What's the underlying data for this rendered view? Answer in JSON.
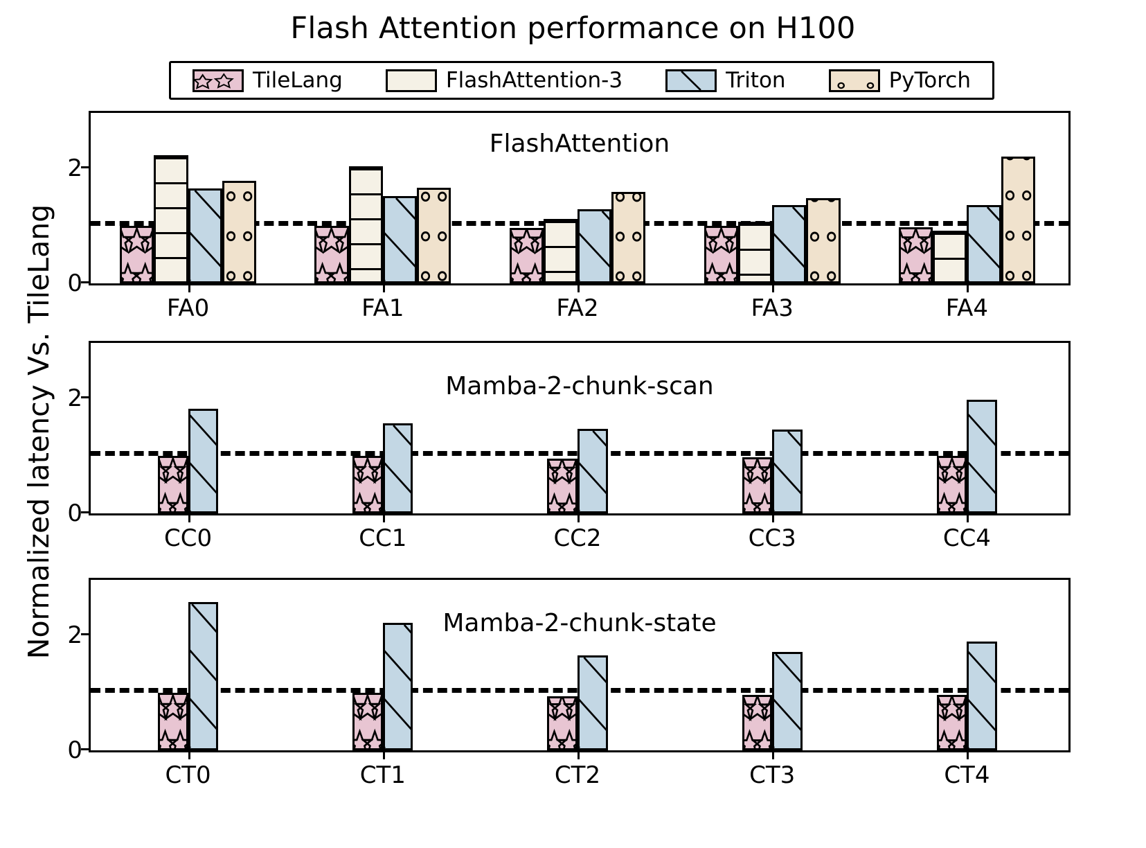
{
  "chart_data": {
    "type": "bar",
    "title": "Flash Attention performance on H100",
    "ylabel": "Normalized latency Vs. TileLang",
    "xlabel": "",
    "grid": false,
    "legend_position": "top",
    "reference_line": 1.0,
    "yticks": [
      0,
      2
    ],
    "ylim": [
      0,
      2.9
    ],
    "legend": [
      "TileLang",
      "FlashAttention-3",
      "Triton",
      "PyTorch"
    ],
    "colors": {
      "TileLang": "#e8c5d2",
      "FlashAttention-3": "#f5f1e6",
      "Triton": "#c3d7e4",
      "PyTorch": "#f0e2cd",
      "edge": "#000000",
      "reference_line": "#000000"
    },
    "hatches": {
      "TileLang": "star",
      "FlashAttention-3": "horizontal-lines",
      "Triton": "diagonal-lines",
      "PyTorch": "circles"
    },
    "panels": [
      {
        "title": "FlashAttention",
        "categories": [
          "FA0",
          "FA1",
          "FA2",
          "FA3",
          "FA4"
        ],
        "series": [
          {
            "name": "TileLang",
            "values": [
              1.0,
              1.0,
              0.97,
              1.0,
              0.98
            ]
          },
          {
            "name": "FlashAttention-3",
            "values": [
              2.24,
              2.04,
              1.12,
              1.08,
              0.92
            ]
          },
          {
            "name": "Triton",
            "values": [
              1.65,
              1.52,
              1.29,
              1.37,
              1.37
            ]
          },
          {
            "name": "PyTorch",
            "values": [
              1.79,
              1.67,
              1.6,
              1.49,
              2.21
            ]
          }
        ]
      },
      {
        "title": "Mamba-2-chunk-scan",
        "categories": [
          "CC0",
          "CC1",
          "CC2",
          "CC3",
          "CC4"
        ],
        "series": [
          {
            "name": "TileLang",
            "values": [
              1.0,
              1.0,
              0.96,
              0.98,
              1.0
            ]
          },
          {
            "name": "Triton",
            "values": [
              1.83,
              1.57,
              1.47,
              1.46,
              1.98
            ]
          }
        ]
      },
      {
        "title": "Mamba-2-chunk-state",
        "categories": [
          "CT0",
          "CT1",
          "CT2",
          "CT3",
          "CT4"
        ],
        "series": [
          {
            "name": "TileLang",
            "values": [
              1.0,
              1.0,
              0.94,
              0.97,
              0.97
            ]
          },
          {
            "name": "Triton",
            "values": [
              2.58,
              2.22,
              1.65,
              1.71,
              1.9
            ]
          }
        ]
      }
    ]
  },
  "legend": {
    "items": [
      {
        "label": "TileLang",
        "icon": "swatch-tilelang"
      },
      {
        "label": "FlashAttention-3",
        "icon": "swatch-flashattention3"
      },
      {
        "label": "Triton",
        "icon": "swatch-triton"
      },
      {
        "label": "PyTorch",
        "icon": "swatch-pytorch"
      }
    ]
  },
  "axis": {
    "ylabel": "Normalized latency Vs. TileLang",
    "ytick_labels": [
      "0",
      "2"
    ]
  }
}
